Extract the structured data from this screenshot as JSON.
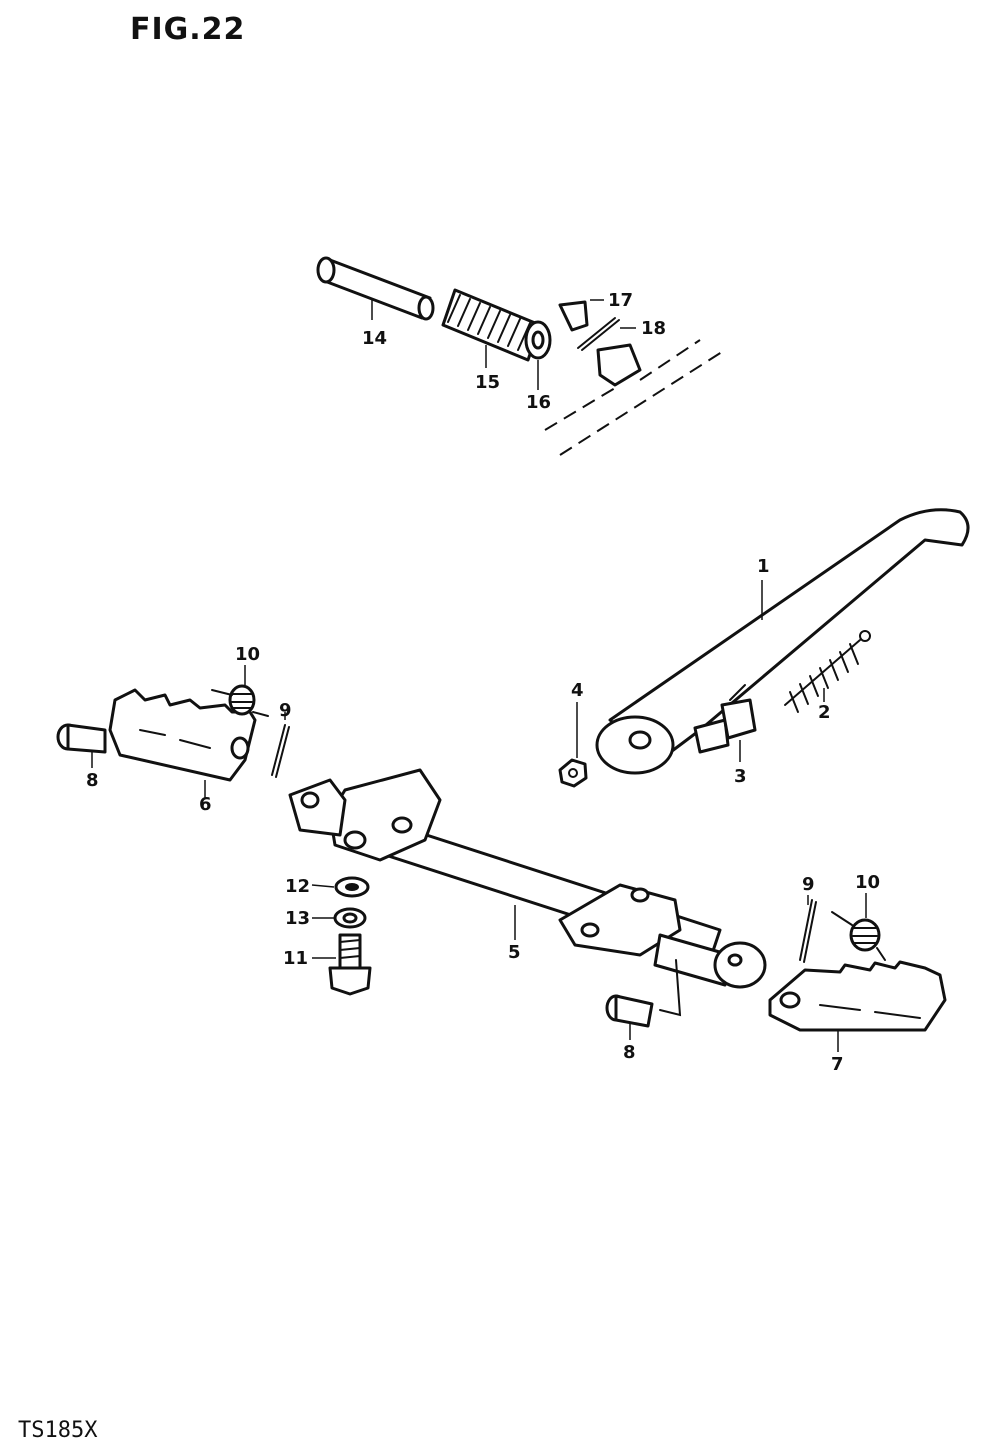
{
  "figure": {
    "title": "FIG.22"
  },
  "footer": {
    "model_code": "TS185X"
  },
  "callouts": {
    "p1": "1",
    "p2": "2",
    "p3": "3",
    "p4": "4",
    "p5": "5",
    "p6": "6",
    "p7": "7",
    "p8a": "8",
    "p8b": "8",
    "p9a": "9",
    "p9b": "9",
    "p10a": "10",
    "p10b": "10",
    "p11": "11",
    "p12": "12",
    "p13": "13",
    "p14": "14",
    "p15": "15",
    "p16": "16",
    "p17": "17",
    "p18": "18"
  }
}
